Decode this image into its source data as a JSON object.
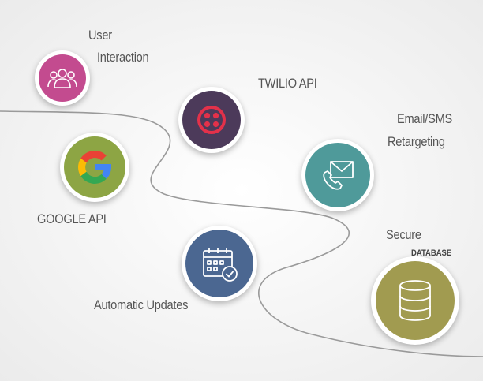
{
  "nodes": {
    "user_interaction": {
      "line1": "User",
      "line2": "Interaction",
      "color": "#c34b8f",
      "icon": "users-icon"
    },
    "twilio_api": {
      "label": "TWILIO API",
      "color": "#4c3a5a",
      "icon": "twilio-icon",
      "icon_color": "#e3314a"
    },
    "google_api": {
      "label": "GOOGLE API",
      "color": "#8da544",
      "icon": "google-icon"
    },
    "email_sms": {
      "line1": "Email/SMS",
      "line2": "Retargeting",
      "color": "#4f9a9a",
      "icon": "envelope-phone-icon"
    },
    "automatic_updates": {
      "label": "Automatic Updates",
      "color": "#4b6791",
      "icon": "calendar-check-icon"
    },
    "secure_database": {
      "line1": "Secure",
      "line2": "DATABASE",
      "color": "#a19b50",
      "icon": "database-icon"
    }
  }
}
